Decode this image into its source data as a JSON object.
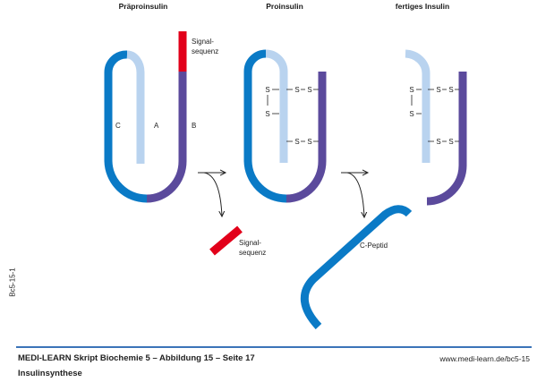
{
  "figure": {
    "panels": [
      {
        "title": "Präproinsulin",
        "chain_labels": {
          "c": "C",
          "a": "A",
          "b": "B"
        },
        "signal_label_line1": "Signal-",
        "signal_label_line2": "sequenz"
      },
      {
        "title": "Proinsulin"
      },
      {
        "title": "fertiges Insulin"
      }
    ],
    "disulfide": {
      "s": "S"
    },
    "cleaved_signal": {
      "line1": "Signal-",
      "line2": "sequenz"
    },
    "c_peptide_label": "C-Peptid",
    "colors": {
      "c_chain": "#0a7ac6",
      "a_chain": "#b9d3ef",
      "b_chain": "#5b4a9c",
      "signal": "#e2001a",
      "footer_rule": "#3b74b8"
    }
  },
  "footer": {
    "title": "MEDI-LEARN Skript Biochemie 5 – Abbildung 15 – Seite 17",
    "subtitle": "Insulinsynthese",
    "url": "www.medi-learn.de/bc5-15",
    "side_code": "Bc5-15-1"
  }
}
